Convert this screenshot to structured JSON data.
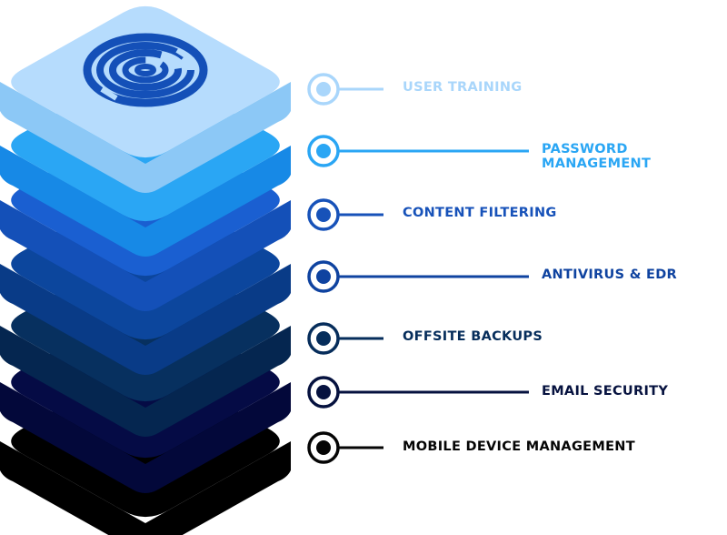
{
  "layers": [
    {
      "label": "USER TRAINING",
      "color": "#b6dcfd",
      "side": "#8cc8f6",
      "text_color": "#a9d6fb"
    },
    {
      "label": "PASSWORD MANAGEMENT",
      "color": "#2aa6f4",
      "side": "#1789e6",
      "text_color": "#2aa6f4"
    },
    {
      "label": "CONTENT FILTERING",
      "color": "#1a5fd1",
      "side": "#1450b8",
      "text_color": "#1752b9"
    },
    {
      "label": "ANTIVIRUS & EDR",
      "color": "#0c469d",
      "side": "#093b87",
      "text_color": "#0f43a0"
    },
    {
      "label": "OFFSITE BACKUPS",
      "color": "#07305f",
      "side": "#052650",
      "text_color": "#062d5b"
    },
    {
      "label": "EMAIL SECURITY",
      "color": "#050b45",
      "side": "#03083a",
      "text_color": "#06123f"
    },
    {
      "label": "MOBILE DEVICE MANAGEMENT",
      "color": "#000000",
      "side": "#000000",
      "text_color": "#050505"
    }
  ],
  "top_icon": "fingerprint-icon"
}
